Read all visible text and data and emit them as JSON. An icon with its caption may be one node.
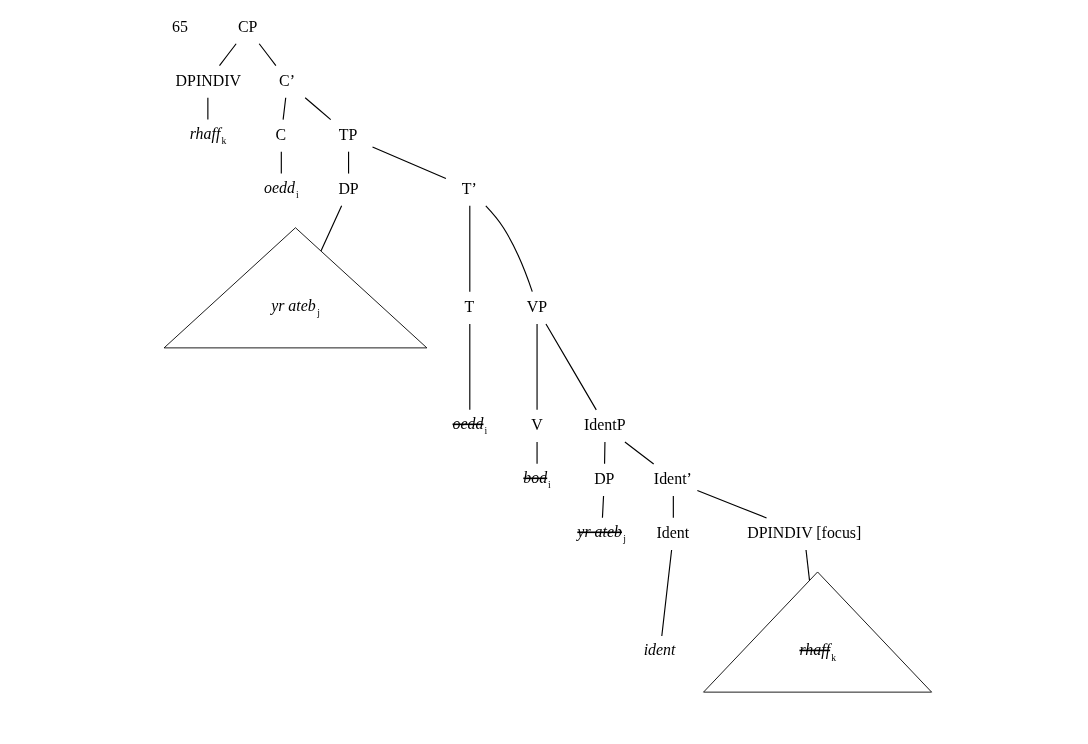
{
  "diagram": {
    "nodes": [
      {
        "text": [
          "CP"
        ]
      },
      {
        "text": [
          "DPINDIV"
        ]
      },
      {
        "text": [
          "C’"
        ]
      },
      {
        "text": [
          "rhaff$_{k}$"
        ]
      },
      {
        "text": [
          "C"
        ]
      },
      {
        "text": [
          "TP"
        ]
      },
      {
        "text": [
          "oedd$_{i}$"
        ]
      },
      {
        "text": [
          "DP"
        ]
      },
      {
        "text": [
          "T’"
        ]
      },
      {
        "text": [
          "yr ateb$_{j}$"
        ]
      },
      {
        "text": [
          "T"
        ]
      },
      {
        "text": [
          "VP"
        ]
      },
      {
        "text": [
          "oedd$_{i}$"
        ]
      },
      {
        "text": [
          "V"
        ]
      },
      {
        "text": [
          "IdentP"
        ]
      },
      {
        "text": [
          "bod$_{i}$"
        ]
      },
      {
        "text": [
          "DP"
        ]
      },
      {
        "text": [
          "Ident’"
        ]
      },
      {
        "text": [
          "yr ateb$_{j}$"
        ]
      },
      {
        "text": [
          "Ident"
        ]
      },
      {
        "text": [
          "DPINDIV [focus]"
        ]
      },
      {
        "text": [
          "ident"
        ]
      },
      {
        "text": [
          "rhaff$_{k}$"
        ]
      }
    ],
    "edges": [
      {
        "from": 0,
        "to": 1,
        "arrow": "none"
      },
      {
        "from": 0,
        "to": 2,
        "arrow": "none"
      },
      {
        "from": 1,
        "to": 3,
        "arrow": "none"
      },
      {
        "from": 2,
        "to": 4,
        "arrow": "none"
      },
      {
        "from": 2,
        "to": 5,
        "arrow": "none"
      },
      {
        "from": 4,
        "to": 6,
        "arrow": "none"
      },
      {
        "from": 5,
        "to": 7,
        "arrow": "none"
      },
      {
        "from": 5,
        "to": 8,
        "arrow": "none"
      },
      {
        "from": 7,
        "to": 9,
        "arrow": "none"
      },
      {
        "from": 8,
        "to": 10,
        "arrow": "none"
      },
      {
        "from": 8,
        "to": 11,
        "arrow": "none"
      },
      {
        "from": 10,
        "to": 12,
        "arrow": "none"
      },
      {
        "from": 11,
        "to": 13,
        "arrow": "none"
      },
      {
        "from": 11,
        "to": 14,
        "arrow": "none"
      },
      {
        "from": 13,
        "to": 15,
        "arrow": "none"
      },
      {
        "from": 14,
        "to": 16,
        "arrow": "none"
      },
      {
        "from": 14,
        "to": 17,
        "arrow": "none"
      },
      {
        "from": 16,
        "to": 18,
        "arrow": "none"
      },
      {
        "from": 17,
        "to": 19,
        "arrow": "none"
      },
      {
        "from": 17,
        "to": 20,
        "arrow": "none"
      },
      {
        "from": 19,
        "to": 21,
        "arrow": "none"
      },
      {
        "from": 20,
        "to": 22,
        "arrow": "none"
      }
    ],
    "labels": [
      "65"
    ]
  }
}
